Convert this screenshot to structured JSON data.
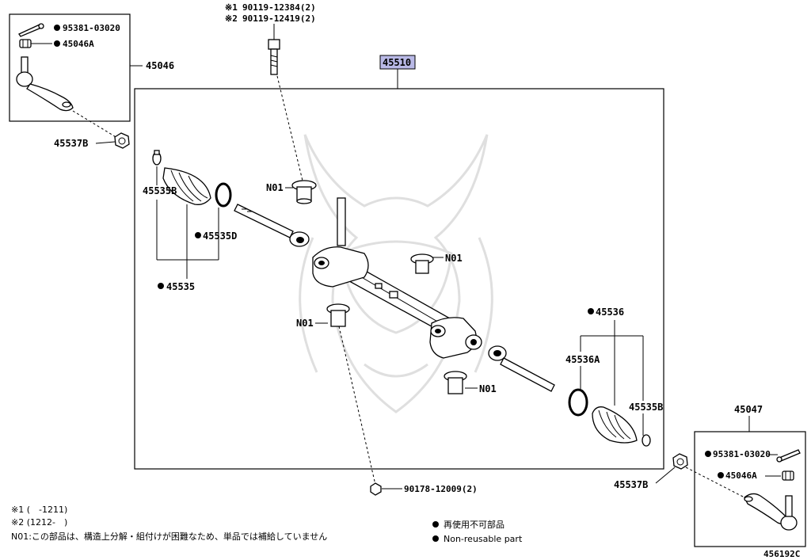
{
  "diagram": {
    "main_part": "45510",
    "highlight_color": "#b9b9e6",
    "left_tie_rod": {
      "assembly": "45046",
      "cotter_pin": "95381-03020",
      "nut": "45046A",
      "lock_nut": "45537B"
    },
    "right_tie_rod": {
      "assembly": "45047",
      "cotter_pin": "95381-03020",
      "nut": "45046A",
      "lock_nut": "45537B"
    },
    "top_bolt": {
      "mark1": "※1",
      "part1": "90119-12384(2)",
      "mark2": "※2",
      "part2": "90119-12419(2)"
    },
    "bottom_bolt": "90178-12009(2)",
    "bushing": "N01",
    "left_boot": {
      "clamp": "45535B",
      "ring": "45535D",
      "rack_end": "45535"
    },
    "right_boot": {
      "rack_end": "45536",
      "ring": "45536A",
      "clamp": "45535B"
    },
    "diagram_id": "456192C"
  },
  "notes": {
    "n1": "※1 (　-1211)",
    "n2": "※2 (1212-　)",
    "n01": "N01:この部品は、構造上分解・組付けが困難なため、単品では補給していません"
  },
  "legend": {
    "jp": "再使用不可部品",
    "en": "Non-reusable part"
  }
}
